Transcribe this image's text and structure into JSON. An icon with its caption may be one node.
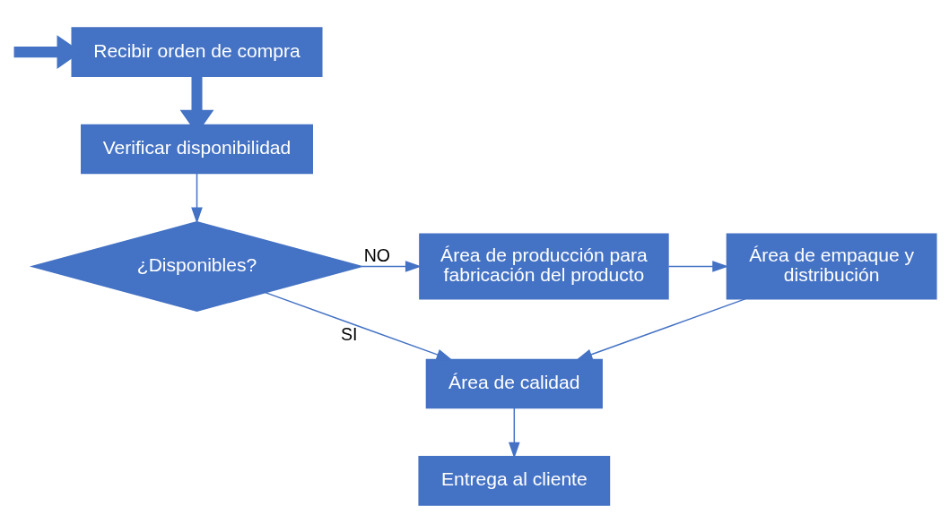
{
  "diagram": {
    "nodes": [
      {
        "text": [
          "Recibir orden de compra"
        ]
      },
      {
        "text": [
          "Verificar disponibilidad"
        ]
      },
      {
        "text": [
          "¿Disponibles?"
        ]
      },
      {
        "text": [
          "Área de producción para fabricación del producto"
        ]
      },
      {
        "text": [
          "Área de empaque y distribución"
        ]
      },
      {
        "text": [
          "Área de calidad"
        ]
      },
      {
        "text": [
          "Entrega al cliente"
        ]
      }
    ],
    "edges": [
      {
        "from": null,
        "to": 0,
        "arrow": "to",
        "style": "thick"
      },
      {
        "from": 0,
        "to": 1,
        "arrow": "to",
        "style": "thick"
      },
      {
        "from": 1,
        "to": 2,
        "arrow": "to"
      },
      {
        "from": 2,
        "to": 3,
        "arrow": "to",
        "label": "NO"
      },
      {
        "from": 3,
        "to": 4,
        "arrow": "to"
      },
      {
        "from": 4,
        "to": 5,
        "arrow": "to"
      },
      {
        "from": 2,
        "to": 5,
        "arrow": "to",
        "label": "SI"
      },
      {
        "from": 5,
        "to": 6,
        "arrow": "to"
      }
    ]
  }
}
